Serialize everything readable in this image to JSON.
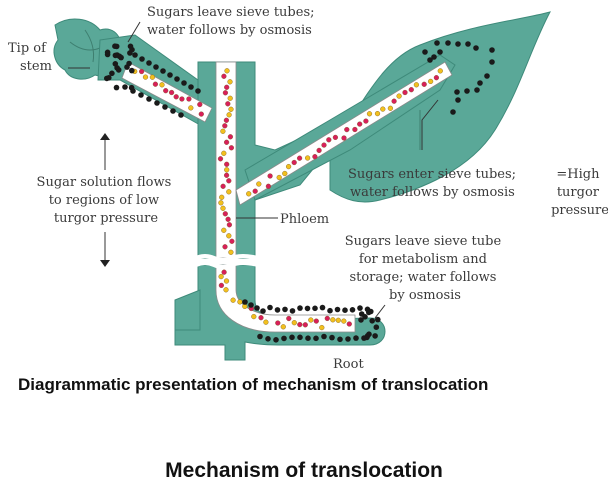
{
  "labels": {
    "tip_of_stem": [
      "Tip of",
      "stem"
    ],
    "sugars_leave_top": [
      "Sugars leave sieve tubes;",
      "water follows by osmosis"
    ],
    "sugars_enter": [
      "Sugars enter sieve tubes;",
      "water follows by osmosis"
    ],
    "high_turgor": [
      "=High",
      "turgor",
      "pressure"
    ],
    "flow": [
      "Sugar solution flows",
      "to regions of low",
      "turgor pressure"
    ],
    "phloem": "Phloem",
    "sugars_leave_root": [
      "Sugars leave sieve tube",
      "for metabolism and",
      "storage; water follows",
      "by osmosis"
    ],
    "root": "Root"
  },
  "captions": {
    "figure_caption": "Diagrammatic presentation of mechanism of translocation",
    "title": "Mechanism of translocation"
  },
  "colors": {
    "plant_tissue": "#5aa898",
    "sugar_red": "#d81f5a",
    "sugar_yellow": "#f2c01e",
    "water_black": "#1a1a1a"
  }
}
